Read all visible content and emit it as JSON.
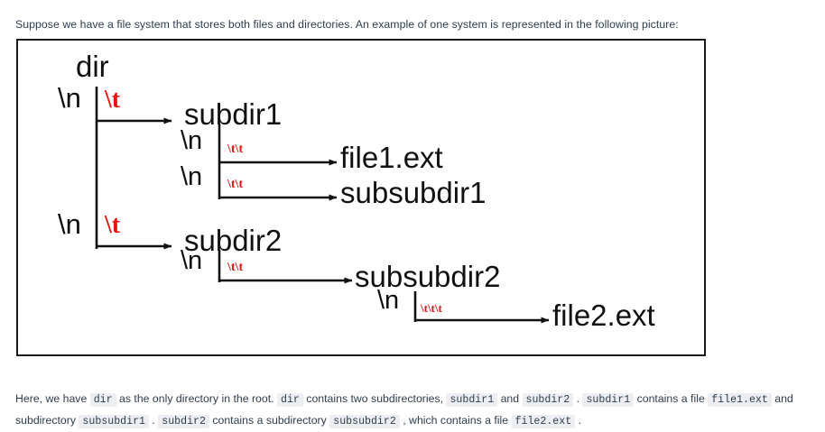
{
  "intro": {
    "text": "Suppose we have a file system that stores both files and directories. An example of one system is represented in the following picture:"
  },
  "diagram": {
    "root": {
      "label": "dir"
    },
    "nodes": [
      {
        "id": "dir",
        "label": "dir",
        "depth": 0
      },
      {
        "id": "subdir1",
        "label": "subdir1",
        "depth": 1
      },
      {
        "id": "file1",
        "label": "file1.ext",
        "depth": 2
      },
      {
        "id": "subsubdir1",
        "label": "subsubdir1",
        "depth": 2
      },
      {
        "id": "subdir2",
        "label": "subdir2",
        "depth": 1
      },
      {
        "id": "subsubdir2",
        "label": "subsubdir2",
        "depth": 2
      },
      {
        "id": "file2",
        "label": "file2.ext",
        "depth": 3
      }
    ],
    "escapes": {
      "newline": "\\n",
      "tab1": "\\t",
      "tab2": "\\t\\t",
      "tab3": "\\t\\t\\t"
    },
    "edges": [
      {
        "from": "dir",
        "to": "subdir1",
        "newline": "\\n",
        "tab": "\\t"
      },
      {
        "from": "subdir1",
        "to": "file1",
        "newline": "\\n",
        "tab": "\\t\\t"
      },
      {
        "from": "subdir1",
        "to": "subsubdir1",
        "newline": "\\n",
        "tab": "\\t\\t"
      },
      {
        "from": "dir",
        "to": "subdir2",
        "newline": "\\n",
        "tab": "\\t"
      },
      {
        "from": "subdir2",
        "to": "subsubdir2",
        "newline": "\\n",
        "tab": "\\t\\t"
      },
      {
        "from": "subsubdir2",
        "to": "file2",
        "newline": "\\n",
        "tab": "\\t\\t\\t"
      }
    ],
    "colors": {
      "line": "#111111",
      "label": "#111111",
      "tab_marker": "#ee1111",
      "frame": "#1a1a1a",
      "background": "#ffffff"
    }
  },
  "caption": {
    "parts": [
      {
        "type": "text",
        "value": "Here, we have "
      },
      {
        "type": "code",
        "value": "dir"
      },
      {
        "type": "text",
        "value": " as the only directory in the root. "
      },
      {
        "type": "code",
        "value": "dir"
      },
      {
        "type": "text",
        "value": " contains two subdirectories, "
      },
      {
        "type": "code",
        "value": "subdir1"
      },
      {
        "type": "text",
        "value": " and "
      },
      {
        "type": "code",
        "value": "subdir2"
      },
      {
        "type": "text",
        "value": " . "
      },
      {
        "type": "code",
        "value": "subdir1"
      },
      {
        "type": "text",
        "value": " contains a file "
      },
      {
        "type": "code",
        "value": "file1.ext"
      },
      {
        "type": "text",
        "value": " and subdirectory "
      },
      {
        "type": "code",
        "value": "subsubdir1"
      },
      {
        "type": "text",
        "value": " . "
      },
      {
        "type": "code",
        "value": "subdir2"
      },
      {
        "type": "text",
        "value": " contains a subdirectory "
      },
      {
        "type": "code",
        "value": "subsubdir2"
      },
      {
        "type": "text",
        "value": " , which contains a file "
      },
      {
        "type": "code",
        "value": "file2.ext"
      },
      {
        "type": "text",
        "value": " ."
      }
    ]
  }
}
